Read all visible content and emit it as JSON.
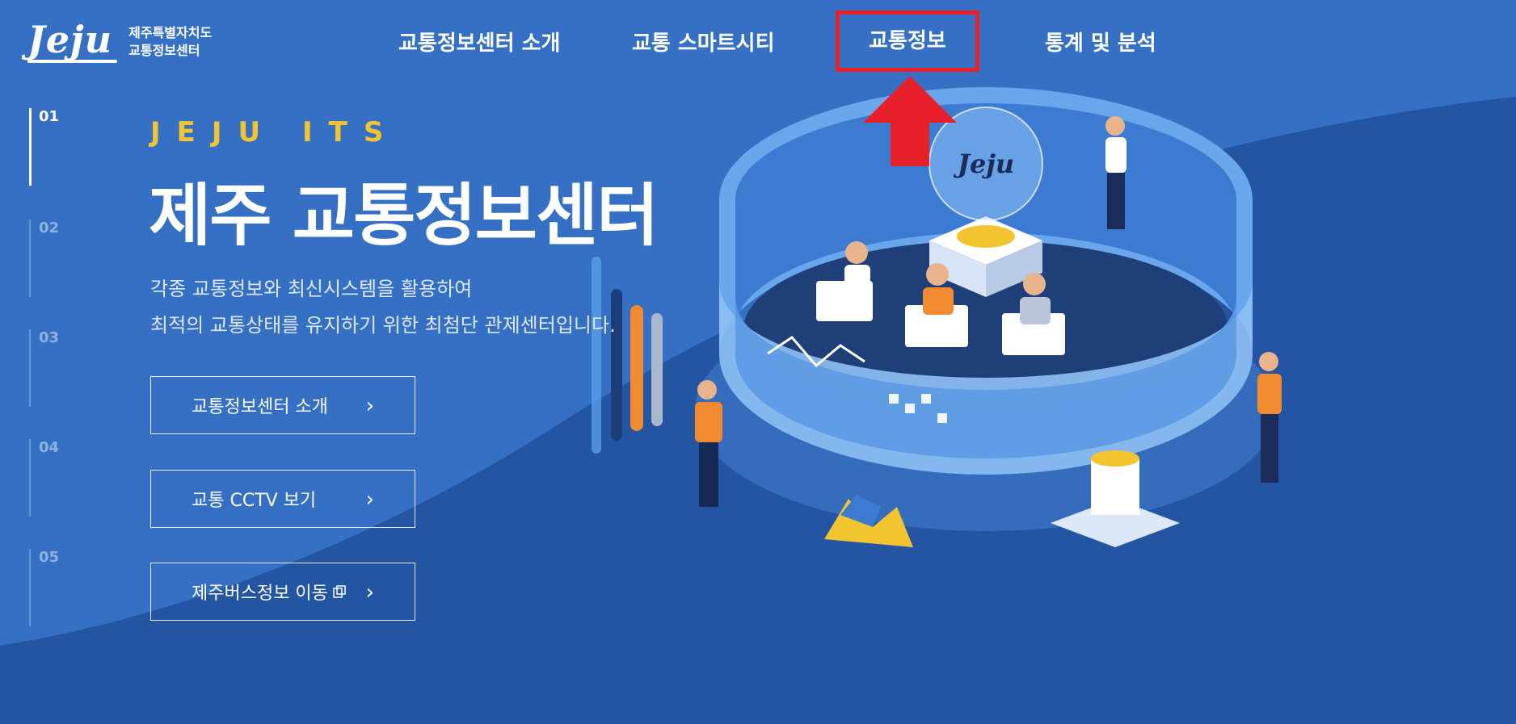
{
  "colors": {
    "background": "#2a5cad",
    "accent_yellow": "#f2c530",
    "highlight_red": "#e8202a"
  },
  "header": {
    "logo_mark": "Jeju",
    "logo_line1": "제주특별자치도",
    "logo_line2": "교통정보센터",
    "nav": [
      {
        "label": "교통정보센터 소개"
      },
      {
        "label": "교통 스마트시티"
      },
      {
        "label": "교통정보"
      },
      {
        "label": "통계 및 분석"
      }
    ]
  },
  "pager": [
    "01",
    "02",
    "03",
    "04",
    "05"
  ],
  "hero": {
    "eyebrow": "JEJU ITS",
    "title": "제주 교통정보센터",
    "desc_line1": "각종 교통정보와 최신시스템을 활용하여",
    "desc_line2": "최적의 교통상태를 유지하기 위한 최첨단 관제센터입니다."
  },
  "buttons": [
    {
      "label": "교통정보센터 소개"
    },
    {
      "label": "교통 CCTV 보기"
    },
    {
      "label": "제주버스정보 이동"
    }
  ],
  "illustration": {
    "globe_logo": "Jeju"
  }
}
